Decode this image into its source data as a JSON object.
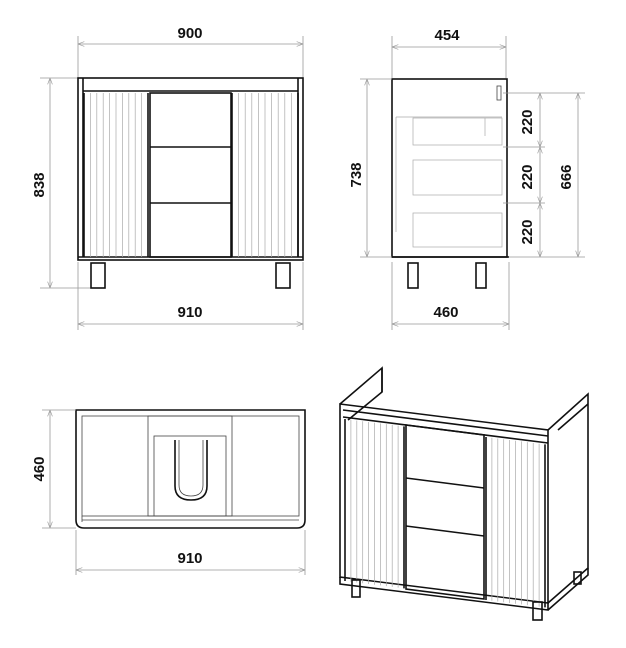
{
  "front_view": {
    "width_top": "900",
    "height_total": "838",
    "width_bottom": "910"
  },
  "side_view": {
    "depth_top": "454",
    "height_body": "738",
    "drawer_heights": [
      "220",
      "220",
      "220"
    ],
    "drawers_total": "666",
    "depth_bottom": "460"
  },
  "top_view": {
    "depth": "460",
    "width": "910"
  }
}
